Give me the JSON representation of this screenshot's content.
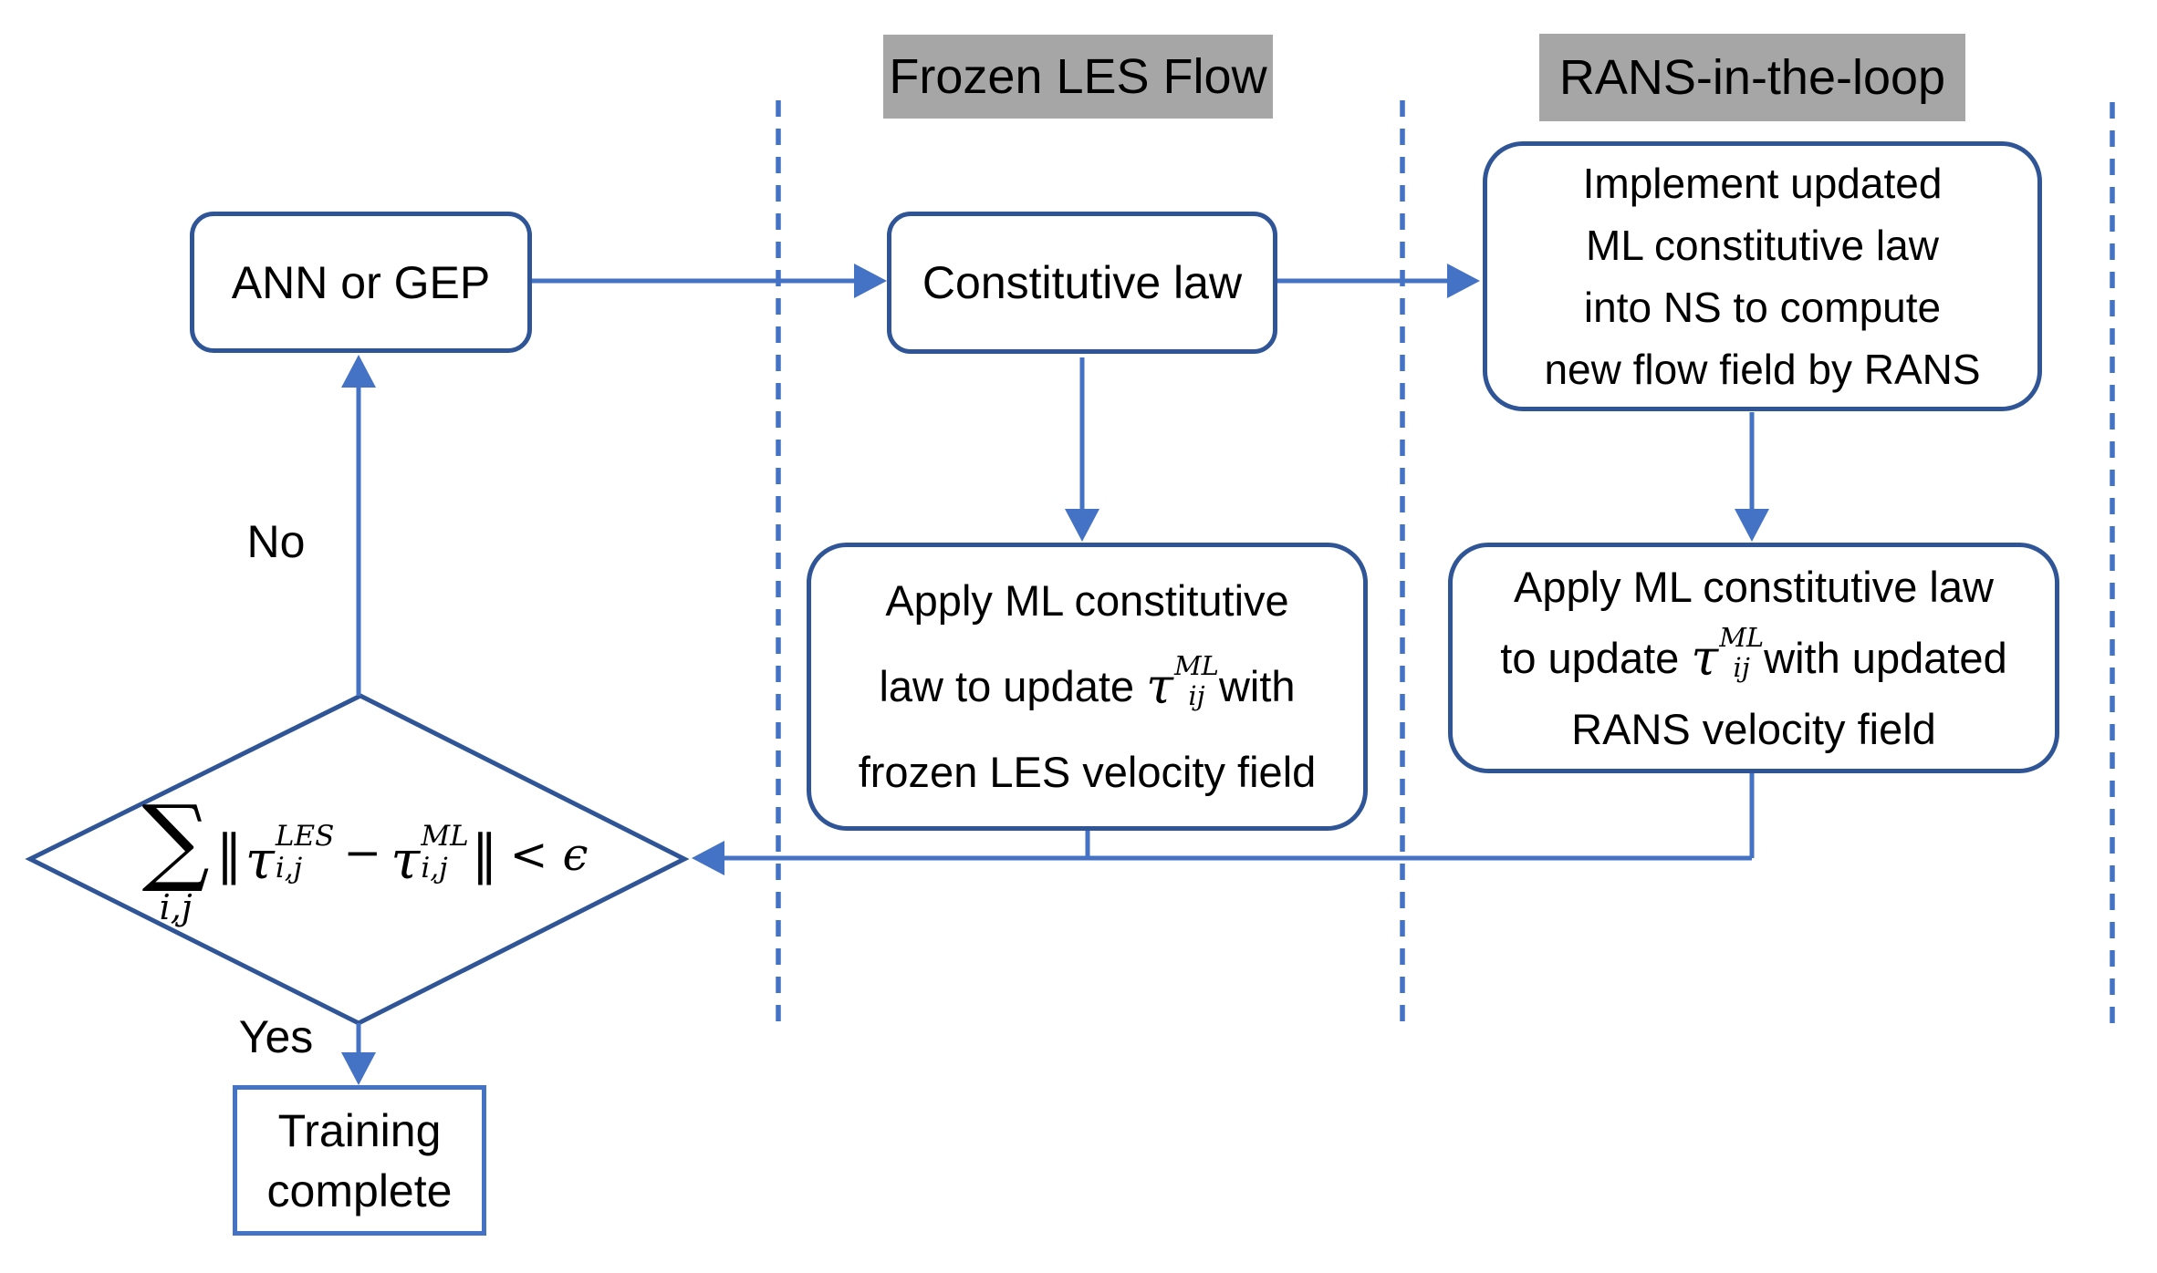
{
  "headers": {
    "frozen": "Frozen LES Flow",
    "rans": "RANS-in-the-loop"
  },
  "nodes": {
    "ann": {
      "label": "ANN or GEP"
    },
    "constitutive": {
      "label": "Constitutive law"
    },
    "implement": {
      "lines": [
        "Implement updated",
        "ML constitutive law",
        "into NS to compute",
        "new flow field by RANS"
      ]
    },
    "apply_frozen": {
      "line1": "Apply ML constitutive",
      "line2_pre": "law to update ",
      "tau_base": "τ",
      "tau_sup": "ML",
      "tau_sub": "ij",
      "line2_post": "with",
      "line3": "frozen LES velocity field"
    },
    "apply_rans": {
      "line1": "Apply ML constitutive law",
      "line2_pre": "to update ",
      "tau_base": "τ",
      "tau_sup": "ML",
      "tau_sub": "ij",
      "line2_post": "with updated",
      "line3": "RANS velocity field"
    },
    "decision": {
      "sum": "∑",
      "sum_sub": "i,j",
      "norm_open": "‖",
      "tau1_base": "τ",
      "tau1_sup": "LES",
      "tau1_sub": "i,j",
      "minus": "−",
      "tau2_base": "τ",
      "tau2_sup": "ML",
      "tau2_sub": "i,j",
      "norm_close": "‖",
      "comparison": "< ϵ"
    },
    "training": {
      "lines": [
        "Training",
        "complete"
      ]
    }
  },
  "labels": {
    "no": "No",
    "yes": "Yes"
  },
  "colors": {
    "connector": "#4472C4",
    "node-border": "#2F5597",
    "header-bg": "#A6A6A6",
    "ink": "#000000",
    "bg": "#FFFFFF"
  }
}
